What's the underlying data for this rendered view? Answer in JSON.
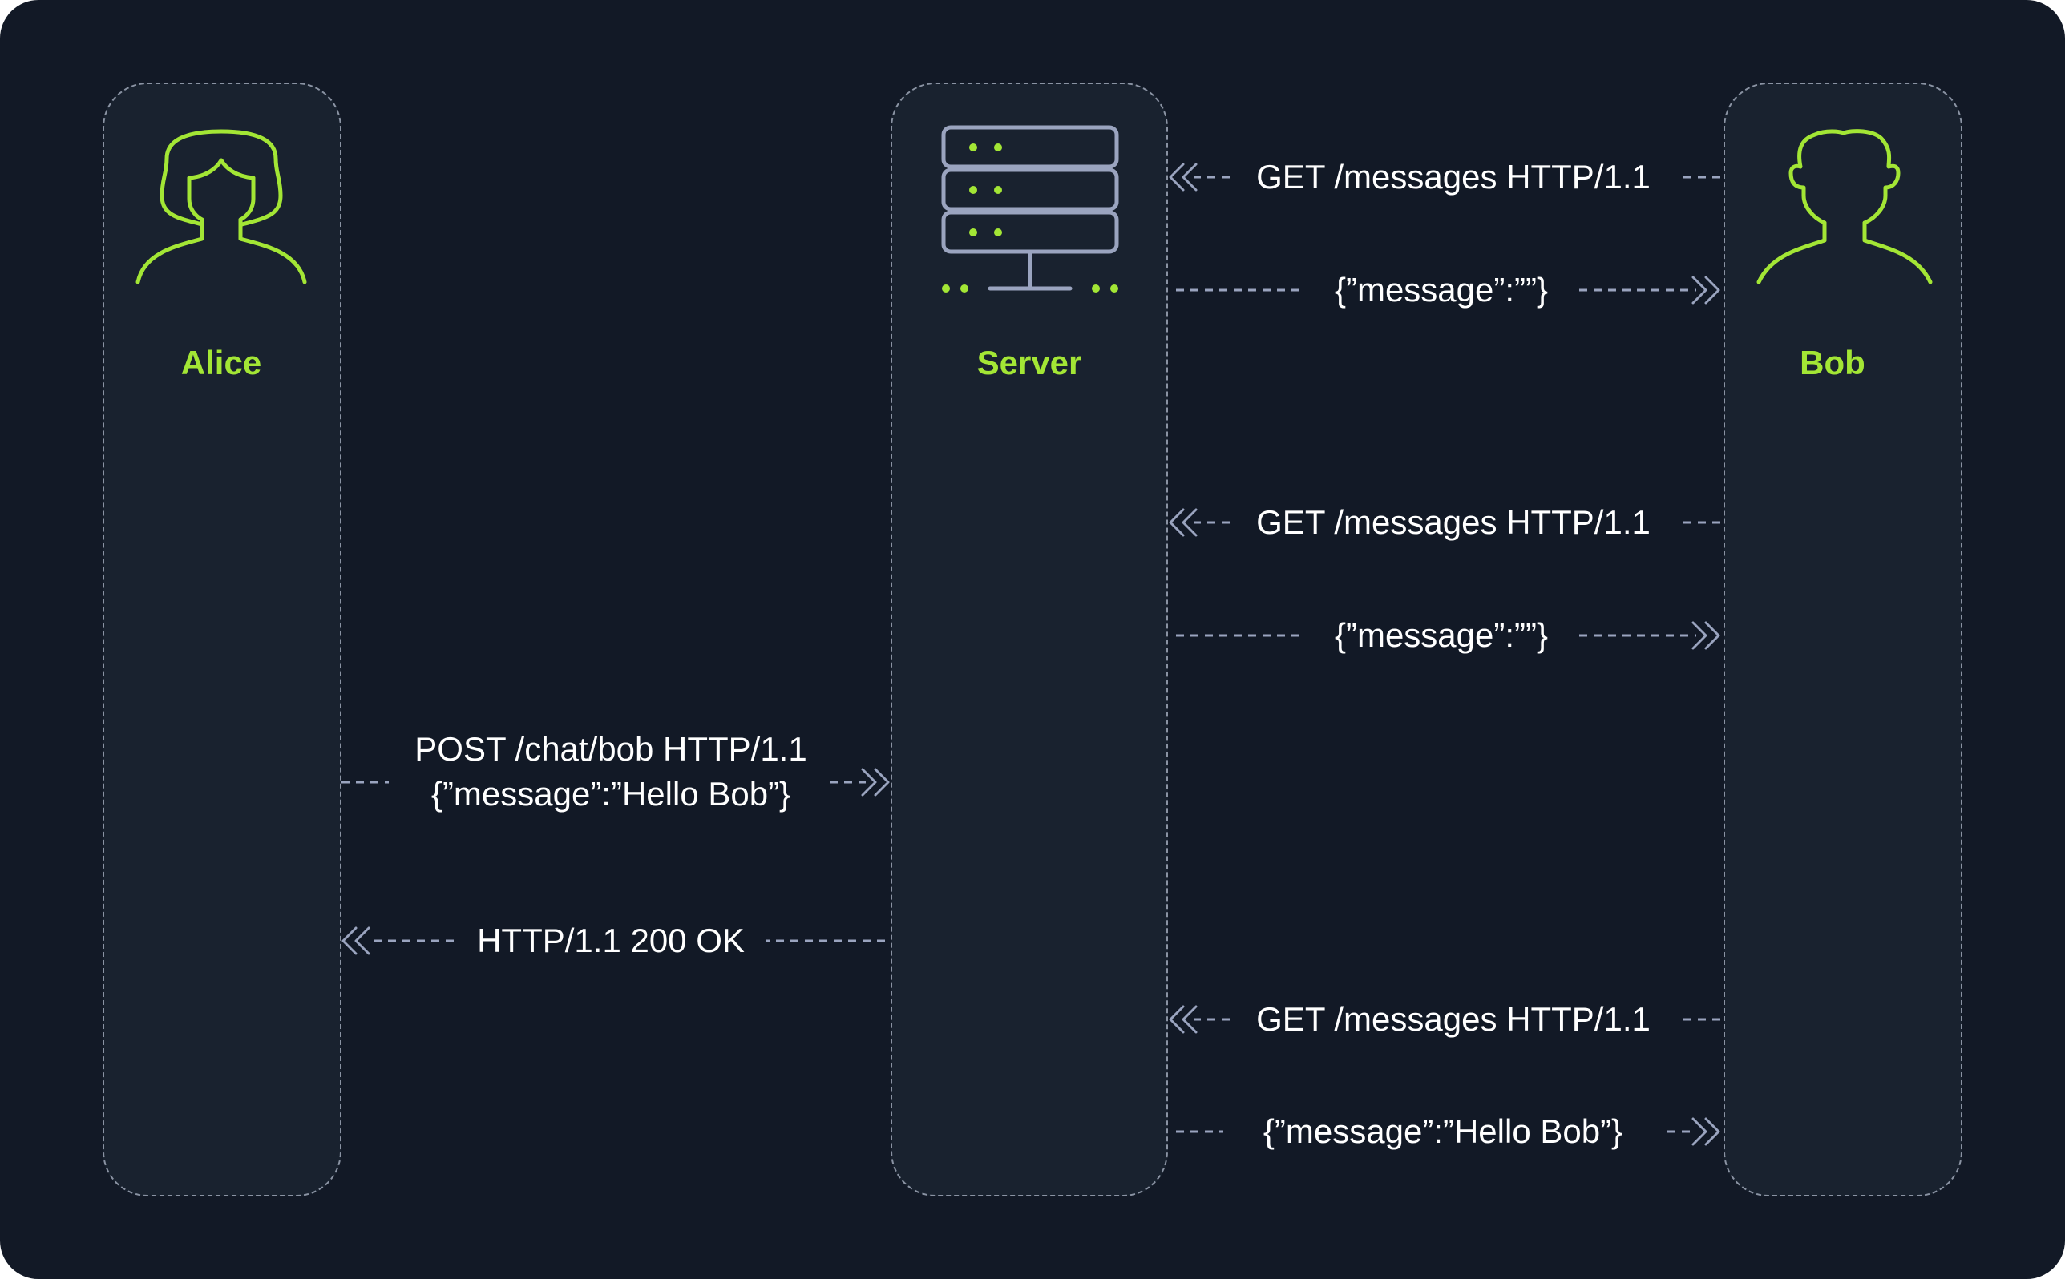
{
  "colors": {
    "background": "#121926",
    "lane_fill": "#19222f",
    "lane_border": "#8a93a3",
    "accent": "#a3e635",
    "icon_gray": "#9aa4bf",
    "text": "#ffffff"
  },
  "actors": {
    "alice": {
      "label": "Alice",
      "icon": "woman-user-icon"
    },
    "server": {
      "label": "Server",
      "icon": "server-rack-icon"
    },
    "bob": {
      "label": "Bob",
      "icon": "man-user-icon"
    }
  },
  "messages": [
    {
      "from": "bob",
      "to": "server",
      "lines": [
        "GET /messages HTTP/1.1"
      ]
    },
    {
      "from": "server",
      "to": "bob",
      "lines": [
        "{”message”:””}"
      ]
    },
    {
      "from": "bob",
      "to": "server",
      "lines": [
        "GET /messages HTTP/1.1"
      ]
    },
    {
      "from": "server",
      "to": "bob",
      "lines": [
        "{”message”:””}"
      ]
    },
    {
      "from": "alice",
      "to": "server",
      "lines": [
        "POST /chat/bob HTTP/1.1",
        "{”message”:”Hello Bob”}"
      ]
    },
    {
      "from": "server",
      "to": "alice",
      "lines": [
        "HTTP/1.1 200 OK"
      ]
    },
    {
      "from": "bob",
      "to": "server",
      "lines": [
        "GET /messages HTTP/1.1"
      ]
    },
    {
      "from": "server",
      "to": "bob",
      "lines": [
        "{”message”:”Hello Bob”}"
      ]
    }
  ]
}
